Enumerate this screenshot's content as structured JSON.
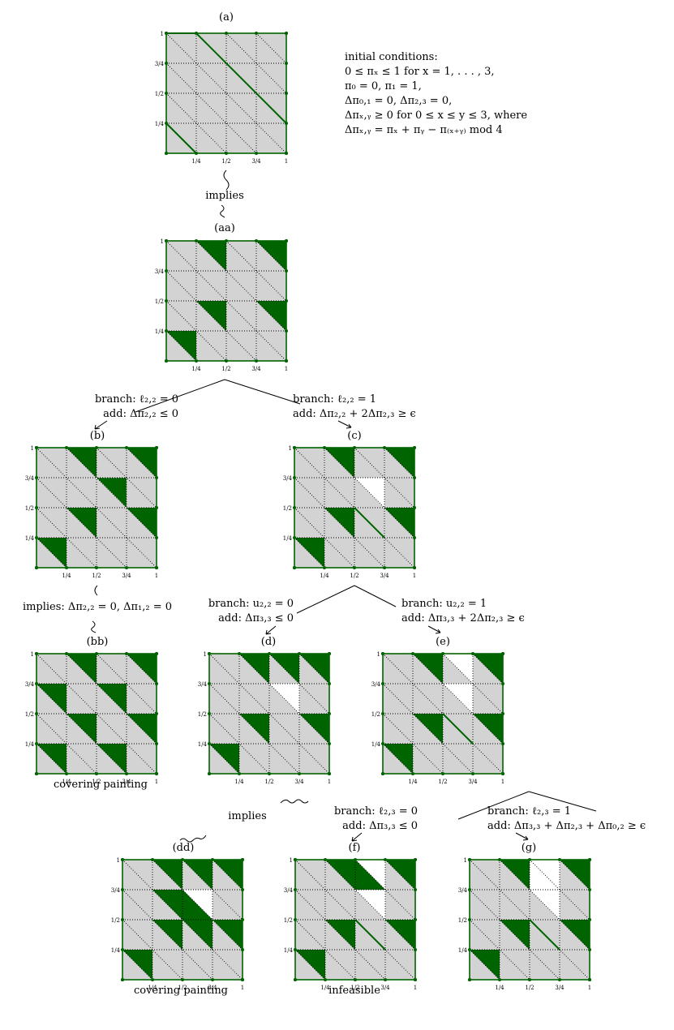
{
  "colors": {
    "gray": "#d3d3d3",
    "green": "#006400",
    "white": "#ffffff",
    "grid": "#000000"
  },
  "ticks": {
    "x": [
      "1/4",
      "1/2",
      "3/4",
      "1"
    ],
    "y": [
      "1",
      "3/4",
      "1/2",
      "1/4"
    ]
  },
  "conditions": [
    "initial conditions:",
    "0 ≤ πₓ ≤ 1 for x = 1, . . . , 3,",
    "π₀ = 0, π₁ = 1,",
    "Δπ₀,₁ = 0, Δπ₂,₃ = 0,",
    "Δπₓ,ᵧ ≥ 0 for 0 ≤ x ≤ y ≤ 3, where",
    "Δπₓ,ᵧ = πₓ + πᵧ − π₍ₓ₊ᵧ₎ mod 4"
  ],
  "nodes": [
    {
      "id": "a",
      "label": "(a)"
    },
    {
      "id": "aa",
      "label": "(aa)"
    },
    {
      "id": "b",
      "label": "(b)"
    },
    {
      "id": "c",
      "label": "(c)"
    },
    {
      "id": "bb",
      "label": "(bb)"
    },
    {
      "id": "d",
      "label": "(d)"
    },
    {
      "id": "e",
      "label": "(e)"
    },
    {
      "id": "dd",
      "label": "(dd)"
    },
    {
      "id": "f",
      "label": "(f)"
    },
    {
      "id": "g",
      "label": "(g)"
    }
  ],
  "edges": {
    "implies_a": "implies",
    "branch_b": "branch: ℓ₂,₂ = 0",
    "add_b": "add: Δπ₂,₂ ≤ 0",
    "branch_c": "branch: ℓ₂,₂ = 1",
    "add_c": "add: Δπ₂,₂ + 2Δπ₂,₃ ≥ ϵ",
    "implies_b": "implies: Δπ₂,₂ = 0, Δπ₁,₂ = 0",
    "branch_d": "branch: u₂,₂ = 0",
    "add_d": "add: Δπ₃,₃ ≤ 0",
    "branch_e": "branch: u₂,₂ = 1",
    "add_e": "add: Δπ₃,₃ + 2Δπ₂,₃ ≥ ϵ",
    "implies_d": "implies",
    "branch_f": "branch: ℓ₂,₃ = 0",
    "add_f": "add: Δπ₃,₃ ≤ 0",
    "branch_g": "branch: ℓ₂,₃ = 1",
    "add_g": "add: Δπ₃,₃ + Δπ₂,₃ + Δπ₀,₂ ≥ ϵ"
  },
  "captions": {
    "bb": "covering painting",
    "dd": "covering painting",
    "f": "infeasible"
  },
  "paintings": {
    "a": {
      "green": [],
      "white": [],
      "segments": [
        "A",
        "B",
        "C"
      ]
    },
    "aa": {
      "green": [
        "t33",
        "t13",
        "t11",
        "t31",
        "t00"
      ],
      "white": [],
      "segments": []
    },
    "b": {
      "green": [
        "t33",
        "t13",
        "t11",
        "t31",
        "t00"
      ],
      "white": [],
      "dottedGreen": [
        "t22"
      ],
      "segments": []
    },
    "c": {
      "green": [
        "t33",
        "t13",
        "t11",
        "t31",
        "t00"
      ],
      "white": [
        "t22"
      ],
      "segments": [
        "D"
      ]
    },
    "bb": {
      "green": [
        "t33",
        "t13",
        "t11",
        "t31",
        "t00",
        "t02",
        "t20",
        "t22"
      ],
      "white": [],
      "segments": []
    },
    "d": {
      "green": [
        "t33",
        "t13",
        "t11",
        "t31",
        "t00",
        "t23"
      ],
      "white": [
        "t22"
      ],
      "segments": []
    },
    "e": {
      "green": [
        "t33",
        "t13",
        "t11",
        "t31",
        "t00"
      ],
      "white": [
        "t22",
        "t23"
      ],
      "segments": [
        "D"
      ]
    },
    "dd": {
      "green": [
        "t33",
        "t13",
        "t11",
        "t31",
        "t00",
        "t23",
        "t12",
        "t21",
        "b22"
      ],
      "white": [
        "t22"
      ],
      "segments": []
    },
    "f": {
      "green": [
        "t33",
        "t13",
        "t11",
        "t31",
        "t00",
        "b23"
      ],
      "white": [
        "t22",
        "t23"
      ],
      "segments": [
        "D"
      ]
    },
    "g": {
      "green": [
        "t33",
        "t13",
        "t11",
        "t31",
        "t00"
      ],
      "white": [
        "t22",
        "t23",
        "b23"
      ],
      "segments": [
        "D"
      ]
    }
  }
}
